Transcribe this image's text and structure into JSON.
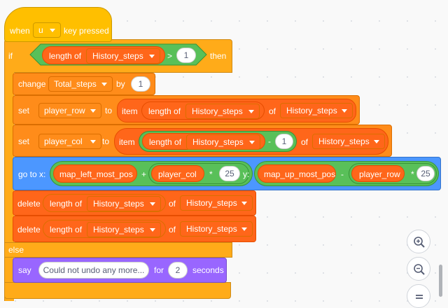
{
  "hat": {
    "when": "when",
    "key": "u",
    "pressed": "key pressed"
  },
  "if_block": {
    "if": "if",
    "then": "then",
    "else": "else",
    "length_of": "length of",
    "list": "History_steps",
    "op": ">",
    "value": "1"
  },
  "change": {
    "label": "change",
    "var": "Total_steps",
    "by": "by",
    "value": "1"
  },
  "set_row": {
    "label": "set",
    "var": "player_row",
    "to": "to",
    "item": "item",
    "length_of": "length of",
    "list": "History_steps",
    "of": "of",
    "list2": "History_steps"
  },
  "set_col": {
    "label": "set",
    "var": "player_col",
    "to": "to",
    "item": "item",
    "length_of": "length of",
    "list": "History_steps",
    "minus": "-",
    "value": "1",
    "of": "of",
    "list2": "History_steps"
  },
  "goto": {
    "label": "go to x:",
    "left_var": "map_left_most_pos",
    "plus": "+",
    "col_var": "player_col",
    "times": "*",
    "n1": "25",
    "y": "y:",
    "up_var": "map_up_most_pos",
    "minus": "-",
    "row_var": "player_row",
    "times2": "*",
    "n2": "25"
  },
  "delete1": {
    "label": "delete",
    "length_of": "length of",
    "list": "History_steps",
    "of": "of",
    "list2": "History_steps"
  },
  "delete2": {
    "label": "delete",
    "length_of": "length of",
    "list": "History_steps",
    "of": "of",
    "list2": "History_steps"
  },
  "say": {
    "label": "say",
    "message": "Could not undo any more...",
    "for": "for",
    "secs": "2",
    "seconds": "seconds"
  },
  "colors": {
    "events": "#ffbf00",
    "control": "#ffab19",
    "variables": "#ff8c1a",
    "lists": "#ff661a",
    "motion": "#4c97ff",
    "looks": "#9966ff",
    "operators": "#59c059"
  },
  "zoom_controls": [
    "zoom-in-icon",
    "zoom-out-icon",
    "zoom-reset-icon"
  ]
}
